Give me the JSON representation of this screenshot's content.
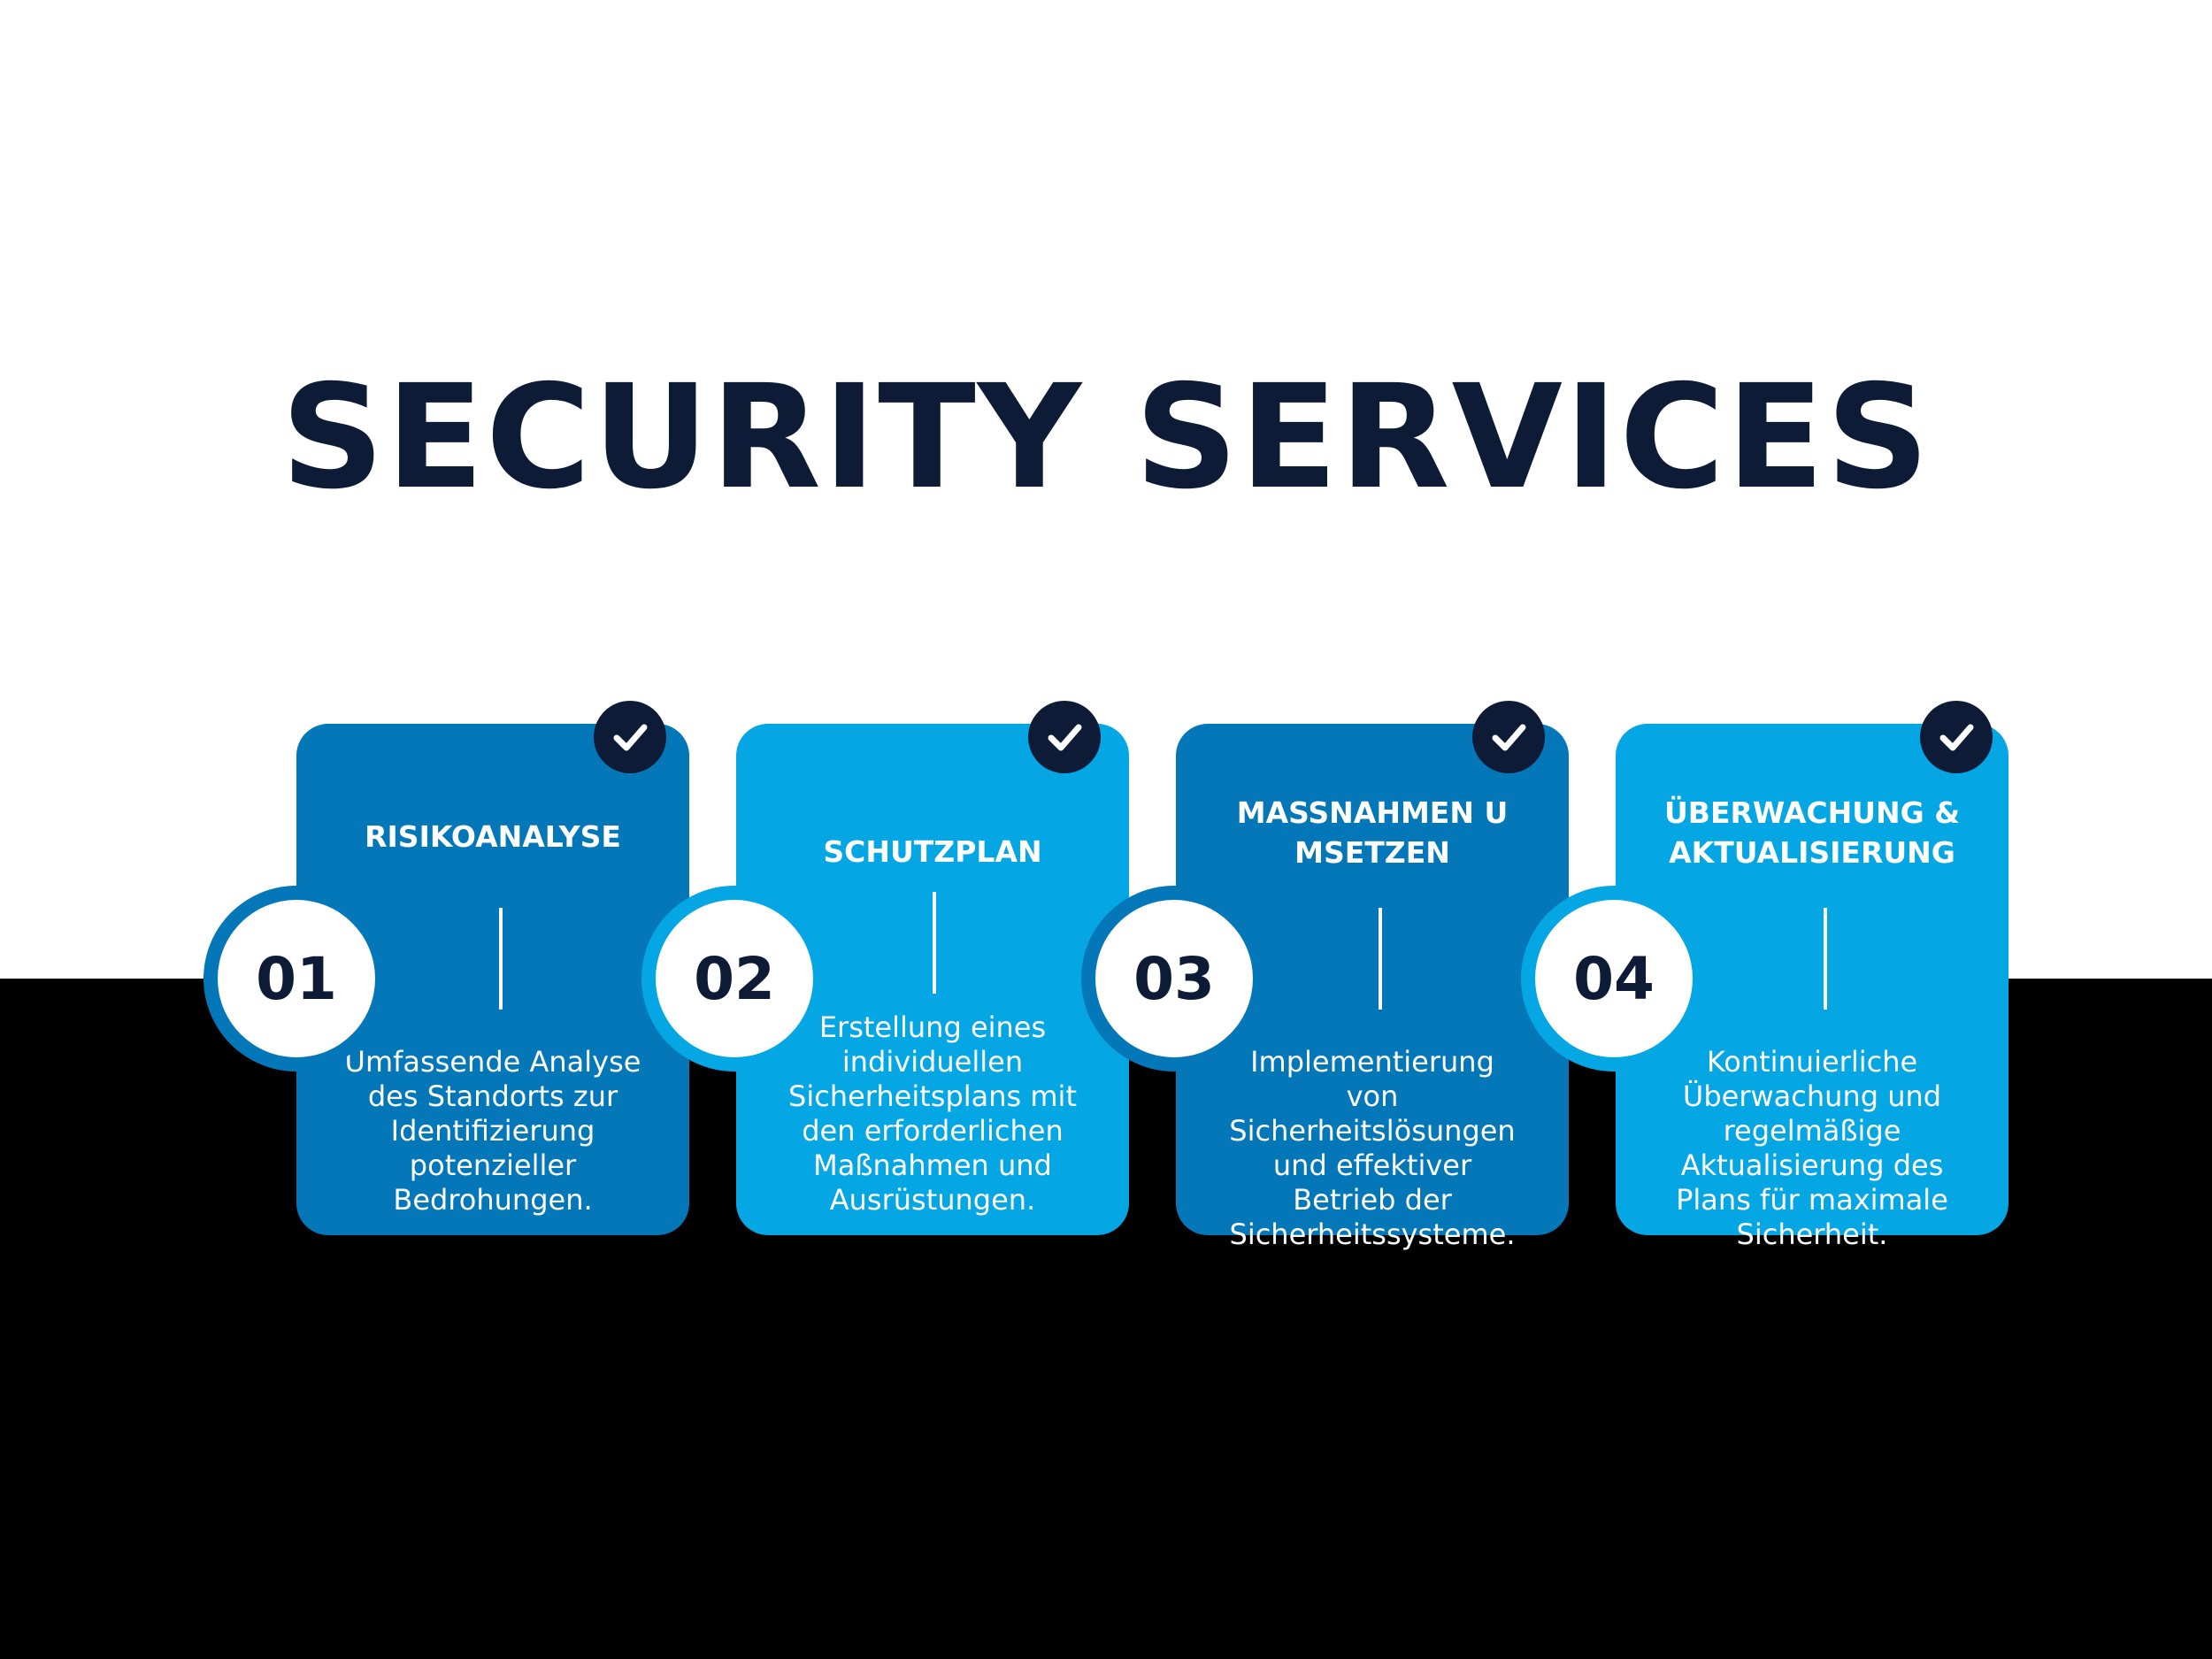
{
  "colors": {
    "navy": "#0d1b36",
    "blue_dark": "#0377b7",
    "blue_light": "#05a6e4",
    "white": "#ffffff",
    "black": "#000000"
  },
  "title": "SECURITY SERVICES",
  "steps": [
    {
      "number": "01",
      "title": "RISIKOANALYSE",
      "description": "Umfassende Analyse des Standorts zur Identifizierung potenzieller Bedrohungen.",
      "tone": "dark",
      "icon": "check-icon"
    },
    {
      "number": "02",
      "title": "SCHUTZPLAN",
      "description": "Erstellung eines individuellen Sicherheitsplans mit den erforderlichen Maßnahmen und Ausrüstungen.",
      "tone": "light",
      "icon": "check-icon"
    },
    {
      "number": "03",
      "title": "MASSNAHMEN U MSETZEN",
      "description": "Implementierung von Sicherheitslösungen und effektiver Betrieb der Sicherheitssysteme.",
      "tone": "dark",
      "icon": "check-icon"
    },
    {
      "number": "04",
      "title": "ÜBERWACHUNG & AKTUALISIERUNG",
      "description": "Kontinuierliche Überwachung und regelmäßige Aktualisierung des Plans für maximale Sicherheit.",
      "tone": "light",
      "icon": "check-icon"
    }
  ]
}
